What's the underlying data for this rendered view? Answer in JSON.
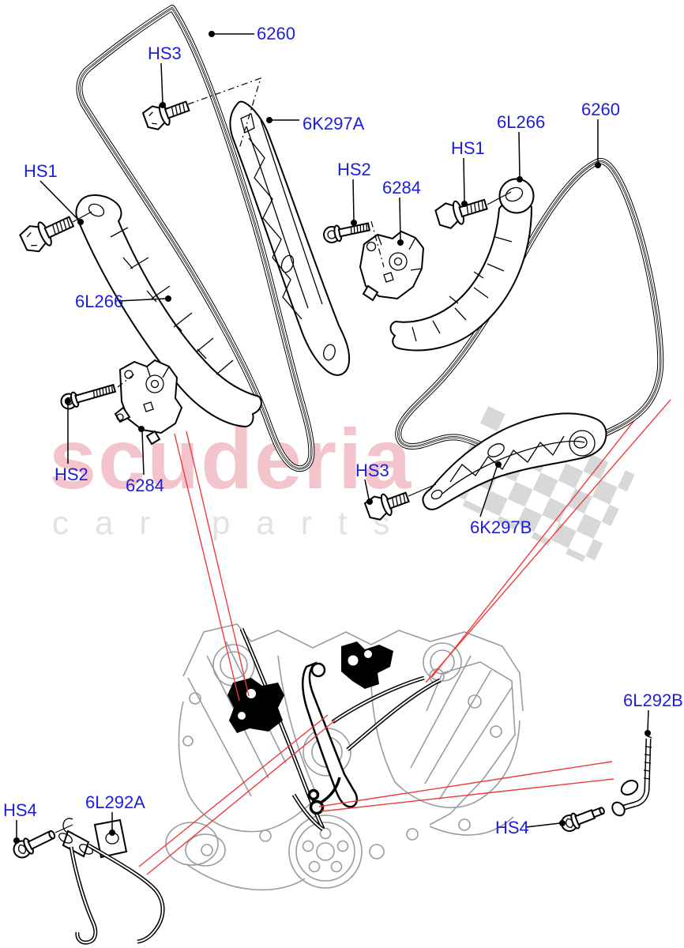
{
  "watermark": {
    "line1": "scuderia",
    "line2": "car parts"
  },
  "callouts": [
    {
      "label": "6260"
    },
    {
      "label": "HS3"
    },
    {
      "label": "6K297A"
    },
    {
      "label": "HS1"
    },
    {
      "label": "6L266"
    },
    {
      "label": "HS2"
    },
    {
      "label": "6284"
    },
    {
      "label": "HS2"
    },
    {
      "label": "6284"
    },
    {
      "label": "HS1"
    },
    {
      "label": "6L266"
    },
    {
      "label": "6260"
    },
    {
      "label": "HS3"
    },
    {
      "label": "6K297B"
    },
    {
      "label": "6L292A"
    },
    {
      "label": "HS4"
    },
    {
      "label": "6L292B"
    },
    {
      "label": "HS4"
    }
  ],
  "colors": {
    "label_blue": "#1d1ddd",
    "leader_black": "#000000",
    "reference_red": "#ef3b3b",
    "watermark_pink": "#f3c4cb",
    "watermark_gray": "#e3e1e3",
    "checker_gray": "#d8d8d8",
    "engine_gray": "#979ca1"
  }
}
